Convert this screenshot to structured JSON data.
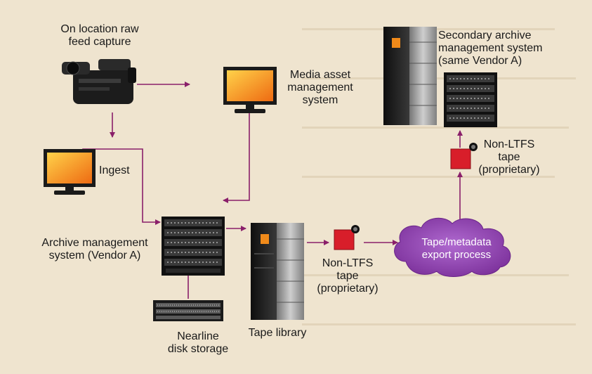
{
  "nodes": {
    "camera": {
      "label": "On location raw\nfeed capture"
    },
    "mam": {
      "label": "Media asset\nmanagement\nsystem"
    },
    "ingest": {
      "label": "Ingest"
    },
    "archive": {
      "label": "Archive management\nsystem (Vendor A)"
    },
    "nearline": {
      "label": "Nearline\ndisk storage"
    },
    "tape_library": {
      "label": "Tape library"
    },
    "tape_1": {
      "label": "Non-LTFS\ntape\n(proprietary)"
    },
    "cloud": {
      "label": "Tape/metadata\nexport process"
    },
    "tape_2": {
      "label": "Non-LTFS\ntape\n(proprietary)"
    },
    "secondary": {
      "label": "Secondary archive\nmanagement system\n(same Vendor A)"
    }
  },
  "colors": {
    "background": "#efe4cf",
    "arrow": "#8a1f6a",
    "cloud": "#8a3fa6",
    "tape": "#d81e2a",
    "monitor_screen": "#f39a1e",
    "server_dark": "#1e1e1e"
  },
  "icons": [
    "camera-icon",
    "monitor-icon",
    "server-rack-icon",
    "disk-array-icon",
    "tape-cartridge-icon",
    "cloud-icon"
  ]
}
